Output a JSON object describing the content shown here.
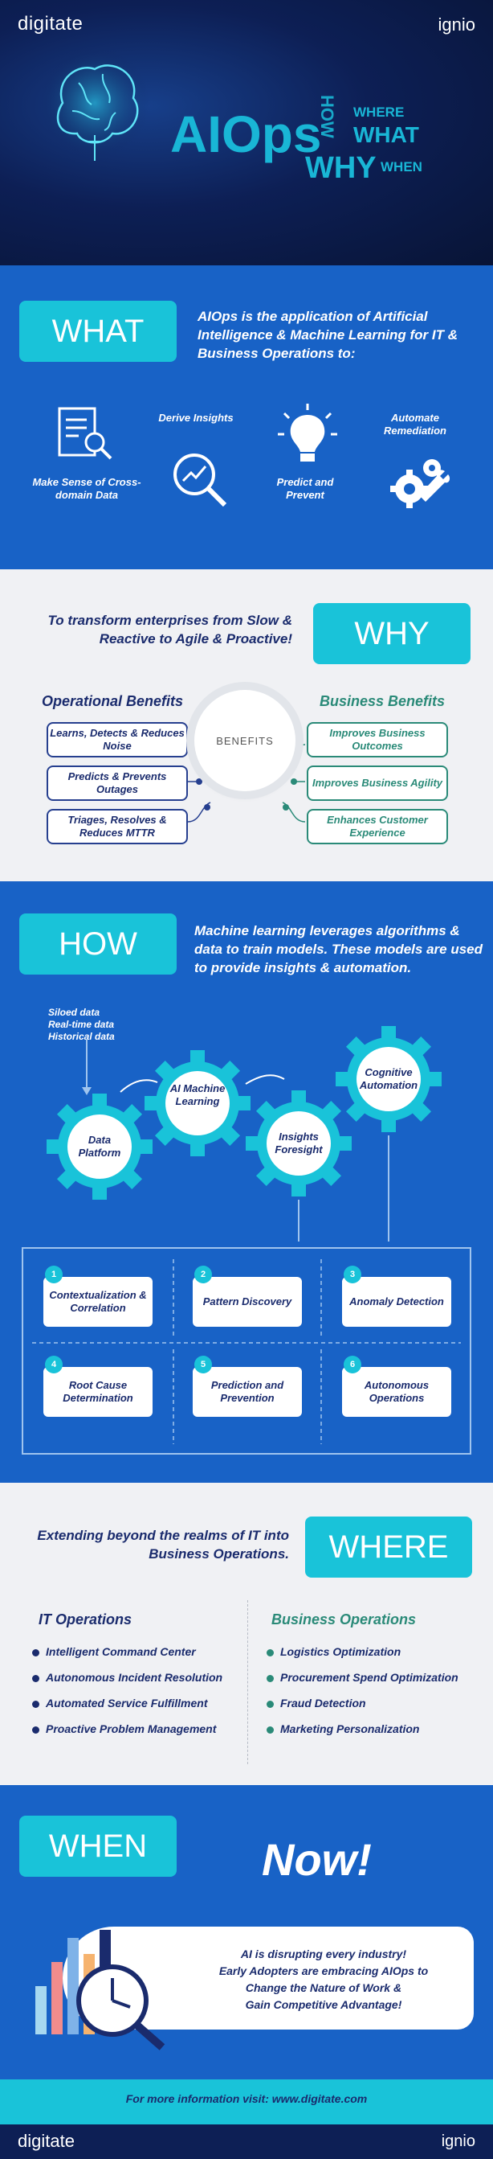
{
  "header": {
    "brand_left": "digitate",
    "brand_right": "ignio",
    "title": "AIOps",
    "word_how": "HOW",
    "word_where": "WHERE",
    "word_what": "WHAT",
    "word_why": "WHY",
    "word_when": "WHEN"
  },
  "what": {
    "tag": "WHAT",
    "description": "AIOps is the application of Artificial Intelligence & Machine Learning for IT & Business Operations to:",
    "items": [
      {
        "label": "Make Sense of Cross-domain Data",
        "icon": "document-search-icon"
      },
      {
        "label": "Derive Insights",
        "icon": "magnifier-chart-icon"
      },
      {
        "label": "Predict and Prevent",
        "icon": "lightbulb-icon"
      },
      {
        "label": "Automate Remediation",
        "icon": "gears-wrench-icon"
      }
    ]
  },
  "why": {
    "tag": "WHY",
    "description": "To transform enterprises from Slow & Reactive to Agile & Proactive!",
    "operational_heading": "Operational Benefits",
    "business_heading": "Business Benefits",
    "center_label": "BENEFITS",
    "operational": [
      "Learns, Detects & Reduces Noise",
      "Predicts & Prevents Outages",
      "Triages, Resolves & Reduces MTTR"
    ],
    "business": [
      "Improves Business Outcomes",
      "Improves Business Agility",
      "Enhances Customer Experience"
    ],
    "colors": {
      "operational": "#263f8f",
      "business": "#2a8a78"
    }
  },
  "how": {
    "tag": "HOW",
    "description": "Machine learning leverages algorithms & data to train models. These models are used to provide insights & automation.",
    "inputs": [
      "Siloed data",
      "Real-time data",
      "Historical data"
    ],
    "gears": [
      "Data Platform",
      "AI Machine Learning",
      "Insights Foresight",
      "Cognitive Automation"
    ],
    "steps": [
      {
        "n": "1",
        "label": "Contextualization & Correlation"
      },
      {
        "n": "2",
        "label": "Pattern Discovery"
      },
      {
        "n": "3",
        "label": "Anomaly Detection"
      },
      {
        "n": "4",
        "label": "Root Cause Determination"
      },
      {
        "n": "5",
        "label": "Prediction and Prevention"
      },
      {
        "n": "6",
        "label": "Autonomous Operations"
      }
    ]
  },
  "where": {
    "tag": "WHERE",
    "description": "Extending beyond the realms of IT into Business Operations.",
    "it_heading": "IT Operations",
    "biz_heading": "Business Operations",
    "it_items": [
      "Intelligent Command Center",
      "Autonomous Incident Resolution",
      "Automated Service Fulfillment",
      "Proactive Problem Management"
    ],
    "biz_items": [
      "Logistics Optimization",
      "Procurement Spend Optimization",
      "Fraud Detection",
      "Marketing Personalization"
    ],
    "colors": {
      "it": "#1a2b6d",
      "biz": "#2a8a78"
    }
  },
  "when": {
    "tag": "WHEN",
    "now": "Now!",
    "message_lines": [
      "AI is disrupting every industry!",
      "Early Adopters are embracing AIOps to",
      "Change the Nature of Work &",
      "Gain Competitive Advantage!"
    ]
  },
  "footer": {
    "note": "For more information visit: www.digitate.com",
    "brand_left": "digitate",
    "brand_right": "ignio"
  }
}
